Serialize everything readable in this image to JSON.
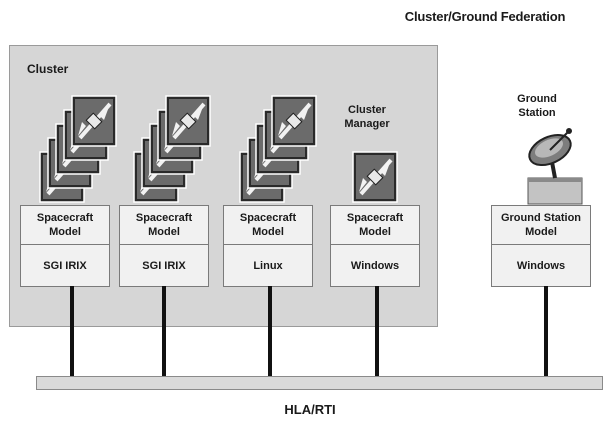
{
  "title": "Cluster/Ground Federation",
  "cluster": {
    "label": "Cluster",
    "manager_label": "Cluster\nManager"
  },
  "ground": {
    "label": "Ground\nStation"
  },
  "nodes": [
    {
      "model": "Spacecraft\nModel",
      "os": "SGI IRIX"
    },
    {
      "model": "Spacecraft\nModel",
      "os": "SGI IRIX"
    },
    {
      "model": "Spacecraft\nModel",
      "os": "Linux"
    },
    {
      "model": "Spacecraft\nModel",
      "os": "Windows"
    },
    {
      "model": "Ground Station\nModel",
      "os": "Windows"
    }
  ],
  "bus": {
    "label": "HLA/RTI"
  },
  "icons": {
    "spacecraft": "satellite-icon",
    "ground_station": "satellite-dish-icon"
  }
}
